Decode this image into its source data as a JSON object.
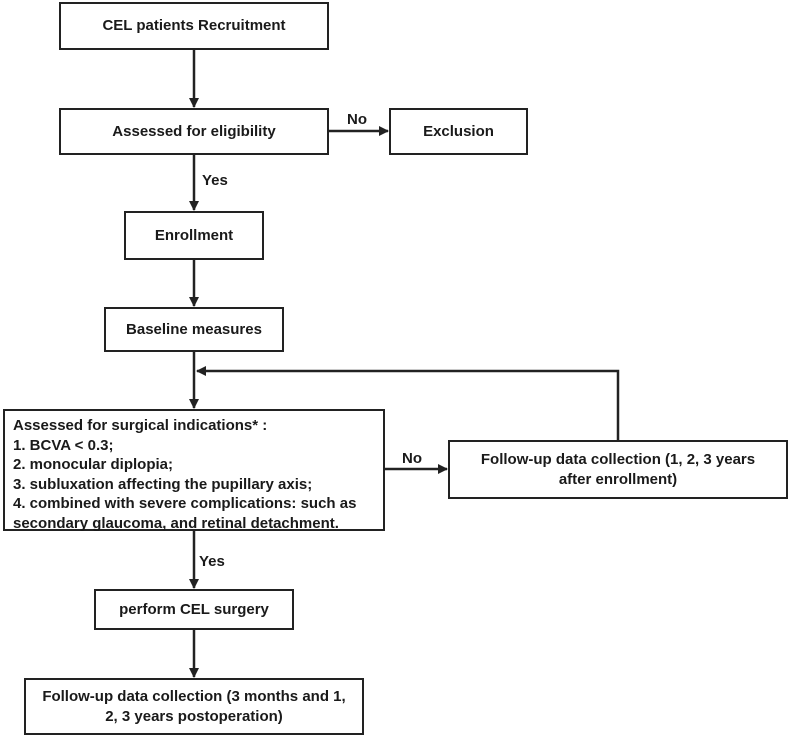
{
  "boxes": {
    "recruitment": "CEL patients Recruitment",
    "eligibility": "Assessed for eligibility",
    "exclusion": "Exclusion",
    "enrollment": "Enrollment",
    "baseline": "Baseline measures",
    "surgical": {
      "title": "Assessed for surgical indications* :",
      "items": [
        "1. BCVA < 0.3;",
        "2. monocular diplopia;",
        "3. subluxation affecting the pupillary axis;",
        "4. combined with severe complications: such as",
        "secondary glaucoma, and retinal detachment."
      ]
    },
    "followup_enrollment": [
      "Follow-up data collection (1, 2, 3 years",
      "after enrollment)"
    ],
    "surgery": "perform CEL surgery",
    "followup_postop": [
      "Follow-up data collection (3 months and 1,",
      "2, 3 years postoperation)"
    ]
  },
  "labels": {
    "no_exclusion": "No",
    "yes_enroll": "Yes",
    "no_followup": "No",
    "yes_surgery": "Yes"
  }
}
